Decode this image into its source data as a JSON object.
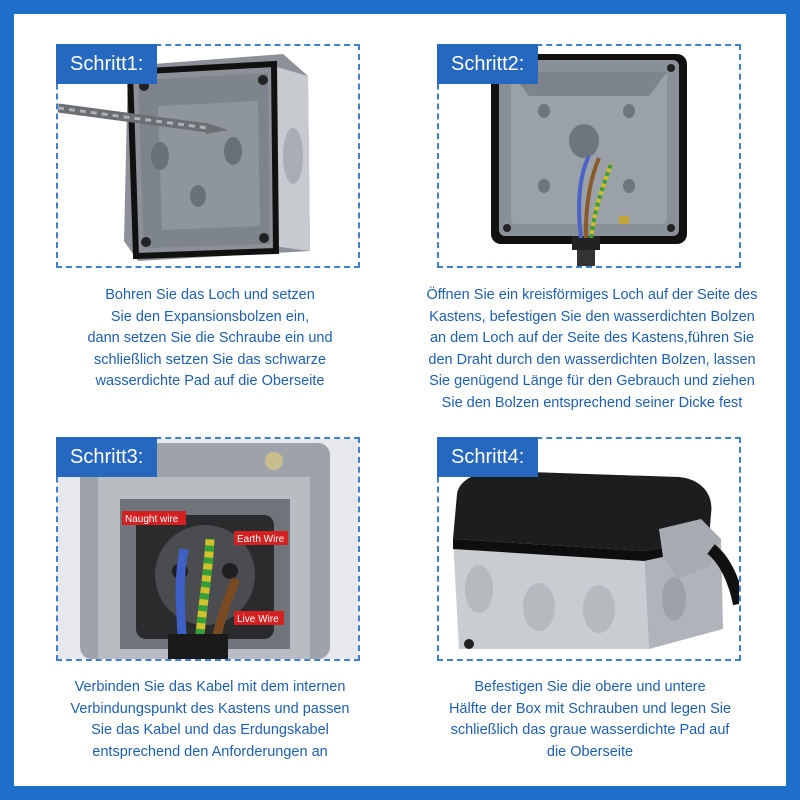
{
  "steps": [
    {
      "badge": "Schritt1:",
      "caption": [
        "Bohren Sie das Loch und setzen",
        "Sie den Expansionsbolzen ein,",
        "dann setzen Sie die Schraube ein und",
        "schließlich setzen Sie das schwarze",
        "wasserdichte Pad auf die Oberseite"
      ]
    },
    {
      "badge": "Schritt2:",
      "caption": [
        "Öffnen Sie ein kreisförmiges Loch auf der Seite des",
        "Kastens, befestigen Sie den wasserdichten Bolzen",
        "an dem Loch auf der Seite des Kastens,führen Sie",
        "den Draht durch den wasserdichten Bolzen, lassen",
        "Sie genügend Länge für den Gebrauch und ziehen",
        "Sie den Bolzen entsprechend seiner Dicke fest"
      ]
    },
    {
      "badge": "Schritt3:",
      "caption": [
        "Verbinden Sie das Kabel mit dem internen",
        "Verbindungspunkt des Kastens und passen",
        "Sie das Kabel und das Erdungskabel",
        "entsprechend den Anforderungen an"
      ],
      "wire_labels": {
        "neutral": "Naught wire",
        "earth": "Earth Wire",
        "live": "Live Wire"
      }
    },
    {
      "badge": "Schritt4:",
      "caption": [
        "Befestigen Sie die obere und untere",
        "Hälfte der Box mit Schrauben und legen Sie",
        "schließlich das graue wasserdichte Pad auf",
        "die Oberseite"
      ]
    }
  ],
  "colors": {
    "frame": "#1e6fc9",
    "badge": "#2667bf",
    "caption_text": "#1e5fb3",
    "wire_label_bg": "#d42020"
  }
}
